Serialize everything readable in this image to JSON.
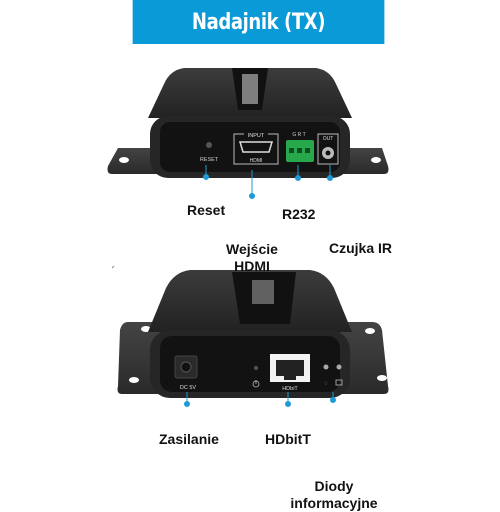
{
  "banner": {
    "title": "Nadajnik (TX)"
  },
  "front_panel": {
    "labels": {
      "reset": "RESET",
      "input": "INPUT",
      "hdmi": "HDMI",
      "grt": "G  R  T",
      "out": "OUT"
    },
    "callouts": {
      "reset": "Reset",
      "hdmi_input": "Wejście\nHDMI",
      "r232": "R232",
      "ir_sensor": "Czujka IR"
    }
  },
  "rear_panel": {
    "labels": {
      "dc": "DC 5V",
      "hdbit": "HDbiT"
    },
    "callouts": {
      "power": "Zasilanie",
      "hdbitt": "HDbitT",
      "leds": "Diody\ninformacyjne"
    }
  },
  "colors": {
    "banner": "#0a9ad8",
    "device_body": "#2b2b2b",
    "device_face": "#141414",
    "dot": "#1e9ad6",
    "terminal": "#27a84a"
  }
}
